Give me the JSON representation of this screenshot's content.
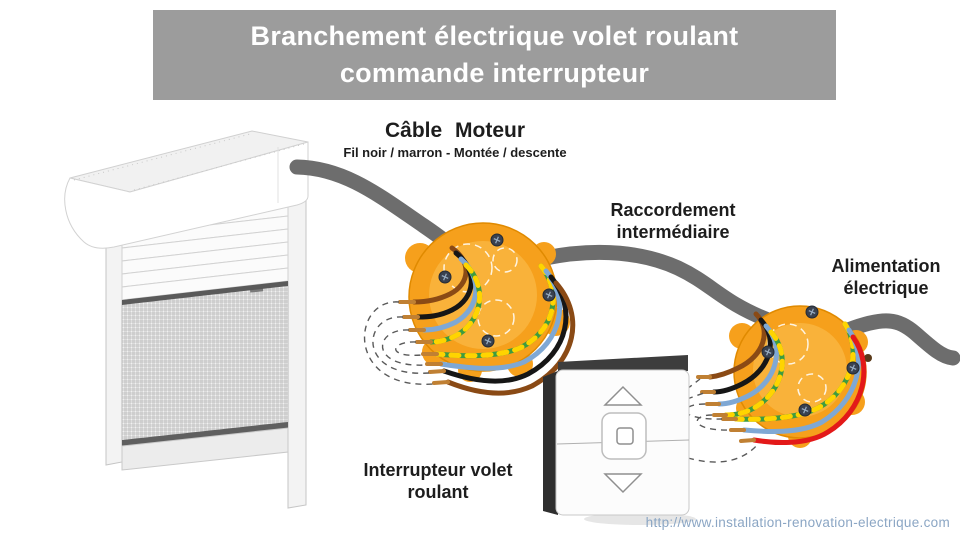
{
  "banner": {
    "line1": "Branchement électrique volet roulant",
    "line2": "commande interrupteur"
  },
  "labels": {
    "cable_motor": {
      "title": "Câble Moteur",
      "subtitle": "Fil noir / marron - Montée / descente"
    },
    "intermediate": {
      "line1": "Raccordement",
      "line2": "intermédiaire"
    },
    "power": {
      "line1": "Alimentation",
      "line2": "électrique"
    },
    "switch": {
      "line1": "Interrupteur volet",
      "line2": "roulant"
    }
  },
  "footer": {
    "url": "http://www.installation-renovation-electrique.com"
  },
  "colors": {
    "banner_bg": "#9c9c9c",
    "banner_text": "#ffffff",
    "label_text": "#1d1d1d",
    "url_text": "#8ba6c4",
    "cable_gray": "#6d6d6d",
    "box_orange": "#f6a01c",
    "box_orange_light": "#f9b23a",
    "box_orange_dark": "#e08a00",
    "wire_black": "#161616",
    "wire_brown": "#8a4a15",
    "wire_blue": "#7fa8d4",
    "wire_yellow": "#ffd400",
    "wire_green": "#3e9b40",
    "wire_red": "#e31919",
    "wire_copper": "#c08033"
  }
}
